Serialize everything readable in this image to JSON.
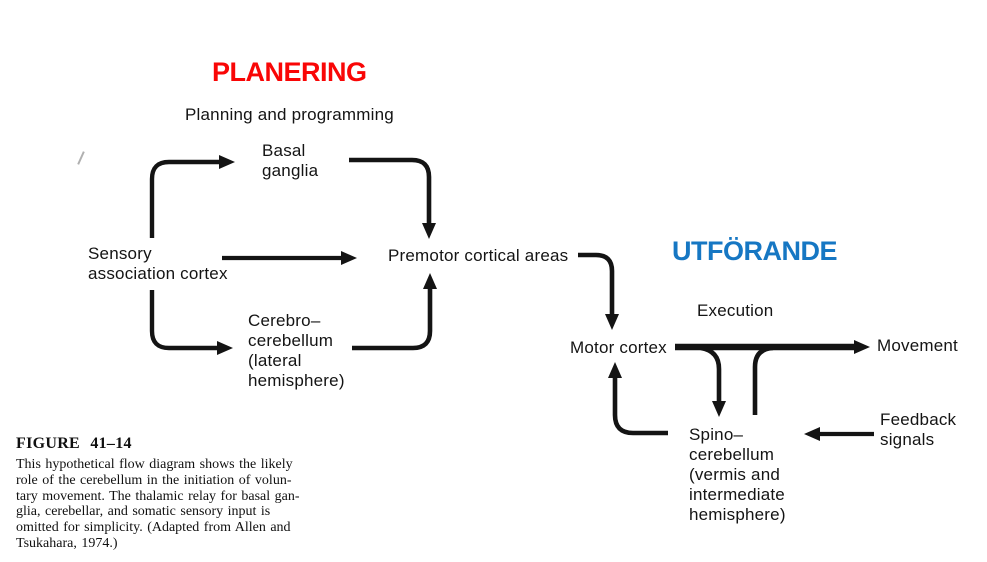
{
  "colors": {
    "planning_heading": "#f90606",
    "execution_heading": "#1677c3",
    "ink": "#141414",
    "background": "#ffffff"
  },
  "headings": {
    "planning": "PLANERING",
    "execution": "UTFÖRANDE"
  },
  "diagram": {
    "stage_labels": {
      "planning": "Planning and programming",
      "execution": "Execution"
    },
    "nodes": {
      "sensory_association_cortex": "Sensory\nassociation cortex",
      "basal_ganglia": "Basal\nganglia",
      "cerebrocerebellum": "Cerebro–\ncerebellum\n(lateral\nhemisphere)",
      "premotor_cortical_areas": "Premotor cortical areas",
      "motor_cortex": "Motor cortex",
      "movement": "Movement",
      "spinocerebellum": "Spino–\ncerebellum\n(vermis and\nintermediate\nhemisphere)",
      "feedback_signals": "Feedback\nsignals"
    },
    "edges": [
      {
        "from": "Sensory association cortex",
        "to": "Basal ganglia"
      },
      {
        "from": "Sensory association cortex",
        "to": "Premotor cortical areas"
      },
      {
        "from": "Sensory association cortex",
        "to": "Cerebro-cerebellum (lateral hemisphere)"
      },
      {
        "from": "Basal ganglia",
        "to": "Premotor cortical areas"
      },
      {
        "from": "Cerebro-cerebellum (lateral hemisphere)",
        "to": "Premotor cortical areas"
      },
      {
        "from": "Premotor cortical areas",
        "to": "Motor cortex"
      },
      {
        "from": "Motor cortex",
        "to": "Movement"
      },
      {
        "from": "Motor cortex",
        "to": "Spino-cerebellum (vermis and intermediate hemisphere)"
      },
      {
        "from": "Spino-cerebellum (vermis and intermediate hemisphere)",
        "to": "Motor cortex"
      },
      {
        "from": "Feedback signals",
        "to": "Spino-cerebellum (vermis and intermediate hemisphere)"
      }
    ]
  },
  "caption": {
    "title": "FIGURE 41–14",
    "body": "This hypothetical flow diagram shows the likely\nrole of the cerebellum in the initiation of volun-\ntary movement. The thalamic relay for basal gan-\nglia, cerebellar, and somatic sensory input is\nomitted for simplicity. (Adapted from Allen and\nTsukahara, 1974.)"
  }
}
